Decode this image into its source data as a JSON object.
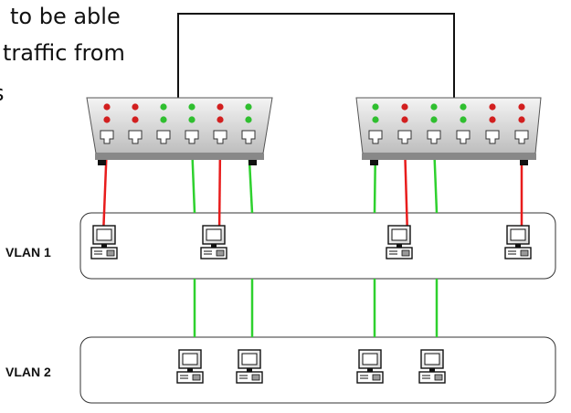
{
  "slide_text": {
    "lines": [
      "to be able",
      "traffic from",
      "s"
    ]
  },
  "diagram": {
    "vlans": [
      {
        "label": "VLAN 1",
        "link_color": "#e81c1c"
      },
      {
        "label": "VLAN 2",
        "link_color": "#2ed12e"
      }
    ],
    "trunk_color": "#111111",
    "switches": [
      {
        "ports": [
          {
            "vlan": "VLAN 1",
            "led_color": "#d21f1f"
          },
          {
            "vlan": "VLAN 1",
            "led_color": "#d21f1f"
          },
          {
            "vlan": "VLAN 2",
            "led_color": "#2fbf2f"
          },
          {
            "vlan": "VLAN 2",
            "led_color": "#2fbf2f"
          },
          {
            "vlan": "VLAN 1",
            "led_color": "#d21f1f"
          },
          {
            "vlan": "VLAN 2",
            "led_color": "#2fbf2f"
          }
        ]
      },
      {
        "ports": [
          {
            "vlan": "VLAN 2",
            "led_color": "#2fbf2f"
          },
          {
            "vlan": "VLAN 1",
            "led_color": "#d21f1f"
          },
          {
            "vlan": "VLAN 2",
            "led_color": "#2fbf2f"
          },
          {
            "vlan": "VLAN 2",
            "led_color": "#2fbf2f"
          },
          {
            "vlan": "VLAN 1",
            "led_color": "#d21f1f"
          },
          {
            "vlan": "VLAN 1",
            "led_color": "#d21f1f"
          }
        ]
      }
    ]
  }
}
